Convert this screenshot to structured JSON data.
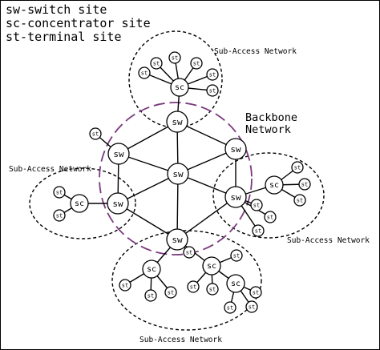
{
  "legend": {
    "line1": "sw-switch site",
    "line2": "sc-concentrator site",
    "line3": "st-terminal site"
  },
  "labels": {
    "backbone_line1": "Backbone",
    "backbone_line2": "Network",
    "sub_top": "Sub-Access Network",
    "sub_left": "Sub-Access Network",
    "sub_right": "Sub-Access Network",
    "sub_bottom": "Sub-Access Network"
  },
  "node_text": {
    "sw": "sw",
    "sc": "sc",
    "st": "st"
  },
  "colors": {
    "backbone": "#7a3a7f",
    "line": "#000000"
  }
}
